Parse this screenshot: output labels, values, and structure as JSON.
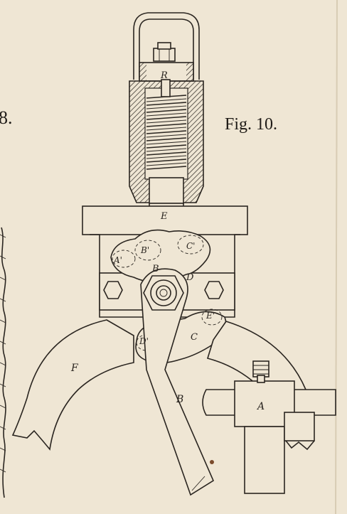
{
  "figure": {
    "title": "Fig. 10.",
    "side_number": "8."
  },
  "labels": {
    "R": "R",
    "E": "E",
    "C1": "C'",
    "B1": "B'",
    "A1": "A'",
    "B_top": "B",
    "D": "D",
    "E1": "E'",
    "D1": "D'",
    "C": "C",
    "F": "F",
    "B_arm": "B",
    "A": "A"
  },
  "colors": {
    "paper": "#efe6d4",
    "ink": "#2a2520"
  }
}
